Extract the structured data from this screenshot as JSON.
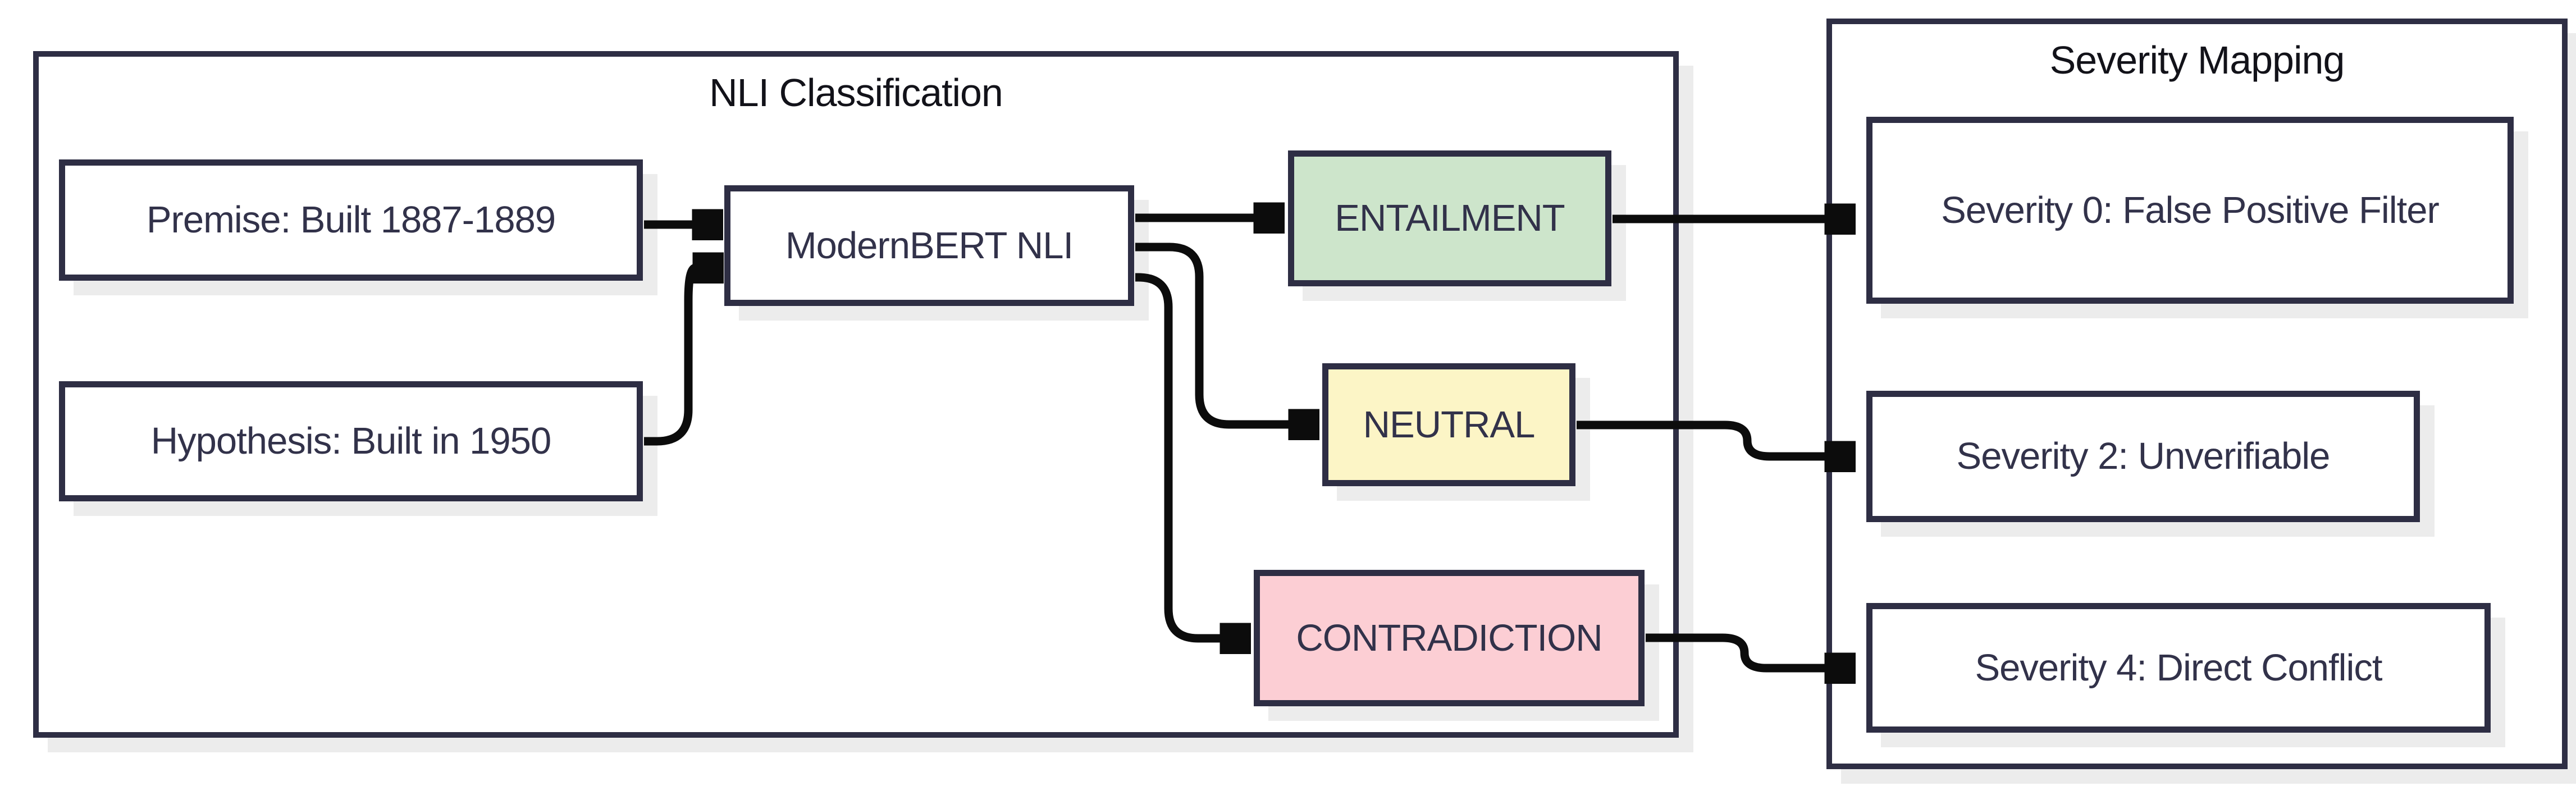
{
  "containers": {
    "nli": {
      "title": "NLI Classification"
    },
    "severity": {
      "title": "Severity Mapping"
    }
  },
  "nodes": {
    "premise": {
      "label": "Premise: Built 1887-1889",
      "fill": "#ffffff"
    },
    "hypothesis": {
      "label": "Hypothesis: Built in 1950",
      "fill": "#ffffff"
    },
    "modernbert": {
      "label": "ModernBERT NLI",
      "fill": "#ffffff"
    },
    "entailment": {
      "label": "ENTAILMENT",
      "fill": "#cde5cb"
    },
    "neutral": {
      "label": "NEUTRAL",
      "fill": "#fcf5c6"
    },
    "contradiction": {
      "label": "CONTRADICTION",
      "fill": "#fcced4"
    },
    "severity0": {
      "label": "Severity 0: False Positive Filter",
      "fill": "#ffffff"
    },
    "severity2": {
      "label": "Severity 2: Unverifiable",
      "fill": "#ffffff"
    },
    "severity4": {
      "label": "Severity 4: Direct Conflict",
      "fill": "#ffffff"
    }
  },
  "edges": [
    {
      "from": "premise",
      "to": "modernbert"
    },
    {
      "from": "hypothesis",
      "to": "modernbert"
    },
    {
      "from": "modernbert",
      "to": "entailment"
    },
    {
      "from": "modernbert",
      "to": "neutral"
    },
    {
      "from": "modernbert",
      "to": "contradiction"
    },
    {
      "from": "entailment",
      "to": "severity0"
    },
    {
      "from": "neutral",
      "to": "severity2"
    },
    {
      "from": "contradiction",
      "to": "severity4"
    }
  ],
  "colors": {
    "border": "#2e2e44",
    "node_text": "#32324a",
    "title_text": "#121219",
    "arrow": "#0c0c0c",
    "shadow": "#ececec"
  }
}
